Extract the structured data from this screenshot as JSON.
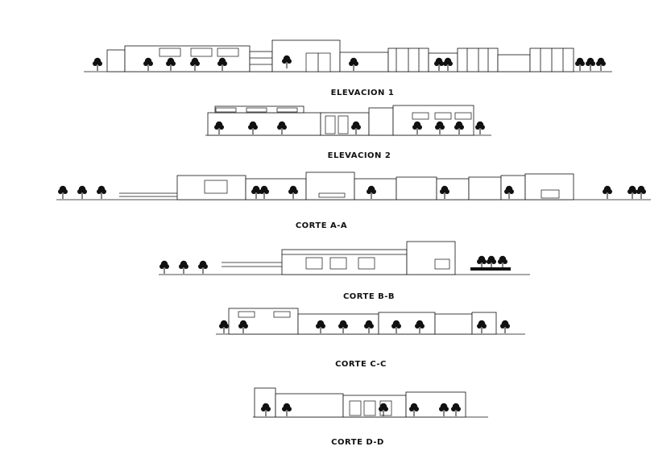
{
  "drawings": [
    {
      "id": "elevacion-1",
      "label": "ELEVACION 1"
    },
    {
      "id": "elevacion-2",
      "label": "ELEVACION 2"
    },
    {
      "id": "corte-a-a",
      "label": "CORTE A-A"
    },
    {
      "id": "corte-b-b",
      "label": "CORTE B-B"
    },
    {
      "id": "corte-c-c",
      "label": "CORTE C-C"
    },
    {
      "id": "corte-d-d",
      "label": "CORTE D-D"
    }
  ]
}
